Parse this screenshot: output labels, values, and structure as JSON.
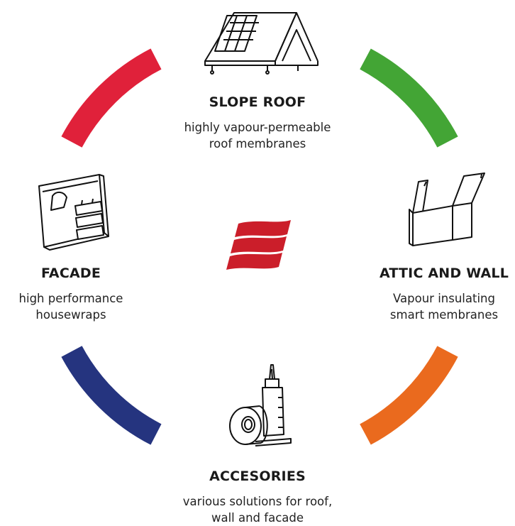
{
  "segments": [
    {
      "name": "slope-roof",
      "color": "#e0213a",
      "position": "top-left"
    },
    {
      "name": "attic",
      "color": "#43a535",
      "position": "top-right"
    },
    {
      "name": "facade",
      "color": "#25347f",
      "position": "bottom-left"
    },
    {
      "name": "accessories",
      "color": "#ea6a1e",
      "position": "bottom-right"
    }
  ],
  "logo": {
    "color": "#cb1e2a"
  },
  "slope_roof": {
    "title": "SLOPE ROOF",
    "desc_line1": "highly vapour-permeable",
    "desc_line2": "roof membranes",
    "icon": "roof-with-solar-panels-icon"
  },
  "facade": {
    "title": "FACADE",
    "desc_line1": "high performance",
    "desc_line2": "housewraps",
    "icon": "facade-panel-icon"
  },
  "attic_wall": {
    "title": "ATTIC AND WALL",
    "desc_line1": "Vapour insulating",
    "desc_line2": "smart membranes",
    "icon": "attic-wall-icon"
  },
  "accessories": {
    "title": "ACCESORIES",
    "desc_line1": "various solutions for roof,",
    "desc_line2": "wall and facade",
    "icon": "tape-and-sealant-icon"
  }
}
